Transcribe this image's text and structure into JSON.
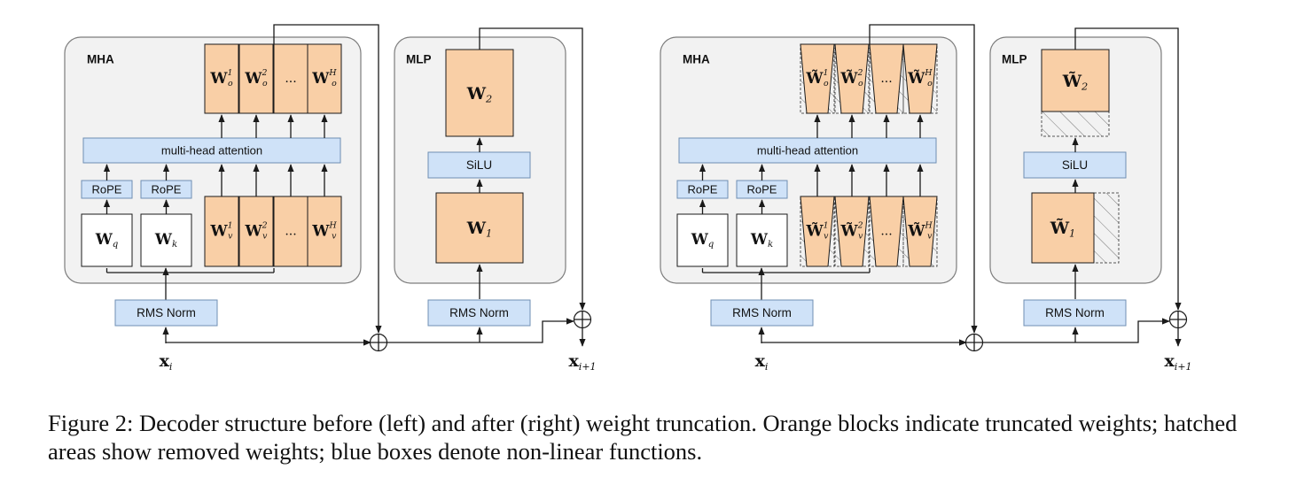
{
  "figure": {
    "caption": "Figure 2: Decoder structure before (left) and after (right) weight truncation. Orange blocks indicate truncated weights; hatched areas show removed weights; blue boxes denote non-linear functions."
  },
  "colors": {
    "orange": "#f9cfa6",
    "blue": "#cfe2f8",
    "panel": "#f2f2f2",
    "panel_border": "#7d7d7d",
    "line": "#1a1a1a"
  },
  "labels": {
    "mha": "MHA",
    "mlp": "MLP",
    "mha_box": "multi-head attention",
    "rope": "RoPE",
    "silu": "SiLU",
    "rms_norm": "RMS Norm",
    "ellipsis": "...",
    "x_in_base": "x",
    "x_in_sub": "i",
    "x_out_base": "x",
    "x_out_sub": "i+1"
  },
  "left": {
    "w_o": [
      "1",
      "2",
      "H"
    ],
    "w_v": [
      "1",
      "2",
      "H"
    ],
    "w_q": "q",
    "w_k": "k",
    "w_2": "2",
    "w_1": "1"
  },
  "right": {
    "w_o": [
      "1",
      "2",
      "H"
    ],
    "w_v": [
      "1",
      "2",
      "H"
    ],
    "w_q": "q",
    "w_k": "k",
    "w_2": "2",
    "w_1": "1"
  }
}
